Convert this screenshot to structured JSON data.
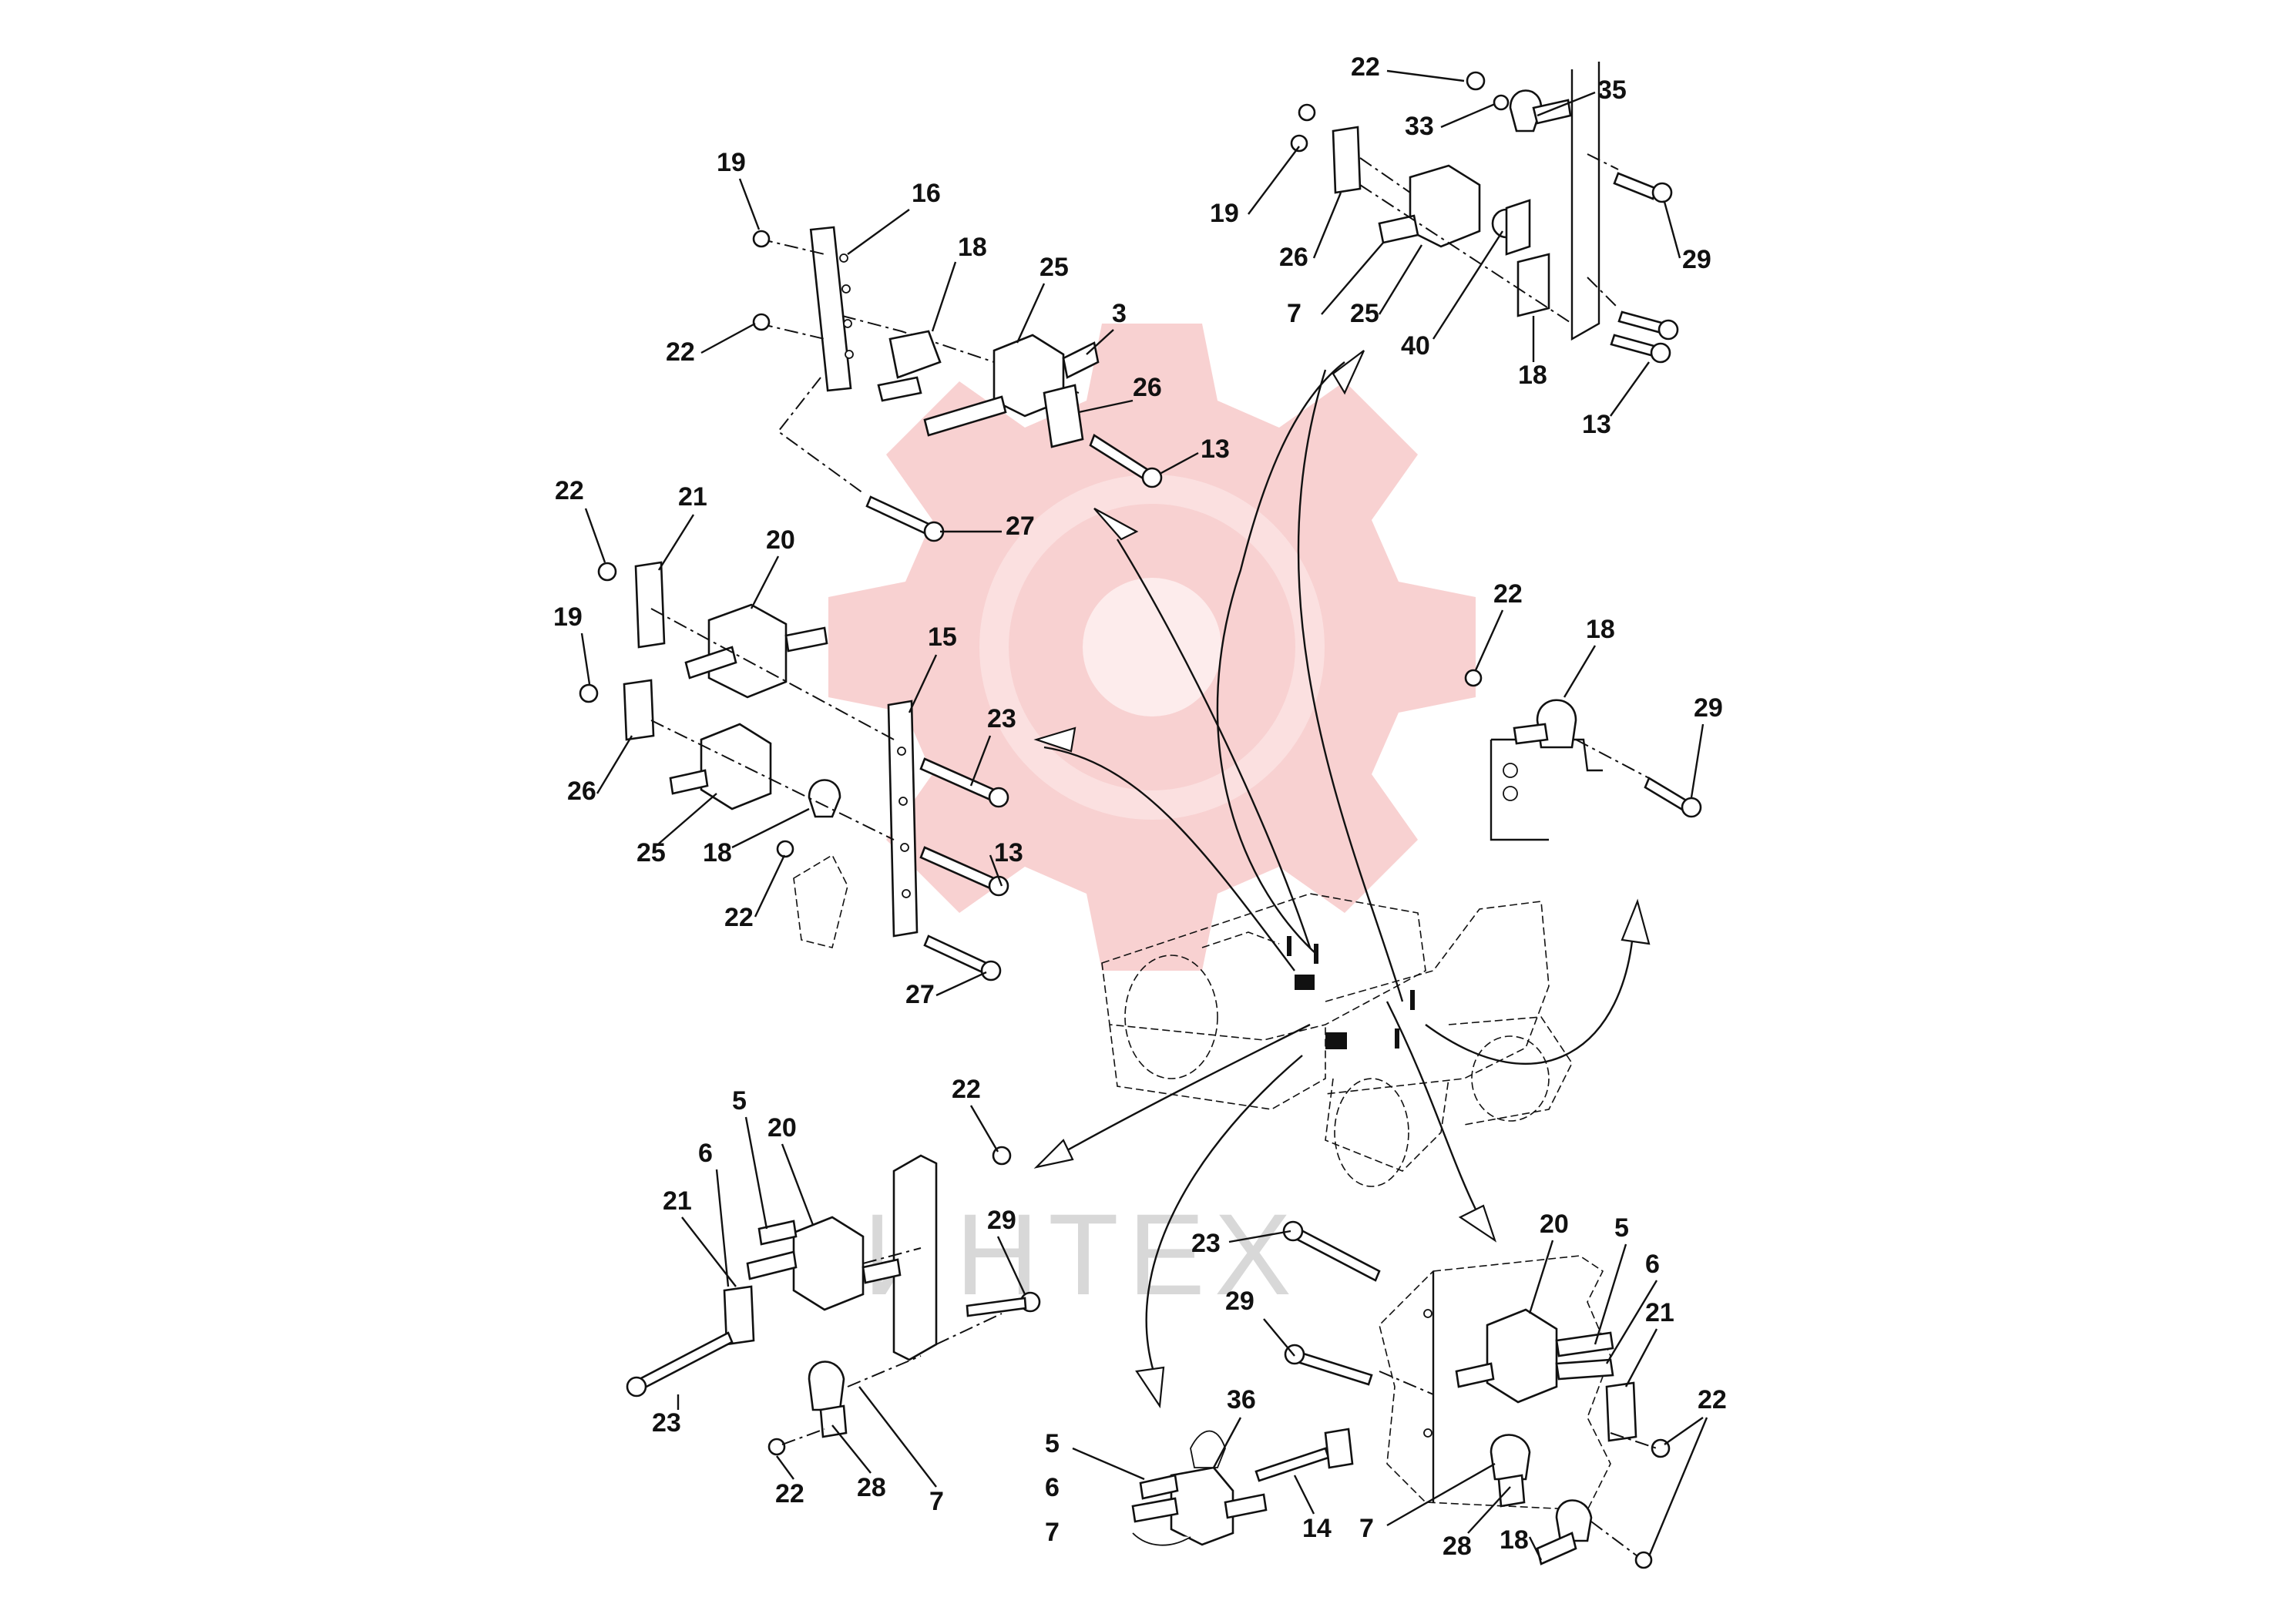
{
  "diagram": {
    "type": "exploded parts diagram",
    "watermark_text": "ИНТЕХ",
    "callouts": {
      "g1": [
        "19",
        "16",
        "18",
        "25",
        "3",
        "26",
        "22",
        "13",
        "27"
      ],
      "g2": [
        "22",
        "33",
        "35",
        "19",
        "26",
        "29",
        "7",
        "25",
        "40",
        "18",
        "13"
      ],
      "g3": [
        "22",
        "21",
        "20",
        "19",
        "15",
        "23",
        "26",
        "25",
        "18",
        "13",
        "22",
        "27"
      ],
      "g4": [
        "22",
        "18",
        "29"
      ],
      "g5": [
        "22",
        "5",
        "20",
        "6",
        "29",
        "21",
        "23",
        "22",
        "28",
        "7"
      ],
      "g6": [
        "20",
        "5",
        "23",
        "6",
        "29",
        "21",
        "22",
        "7",
        "28",
        "18"
      ],
      "g7": [
        "36",
        "5",
        "6",
        "7",
        "14"
      ]
    }
  }
}
